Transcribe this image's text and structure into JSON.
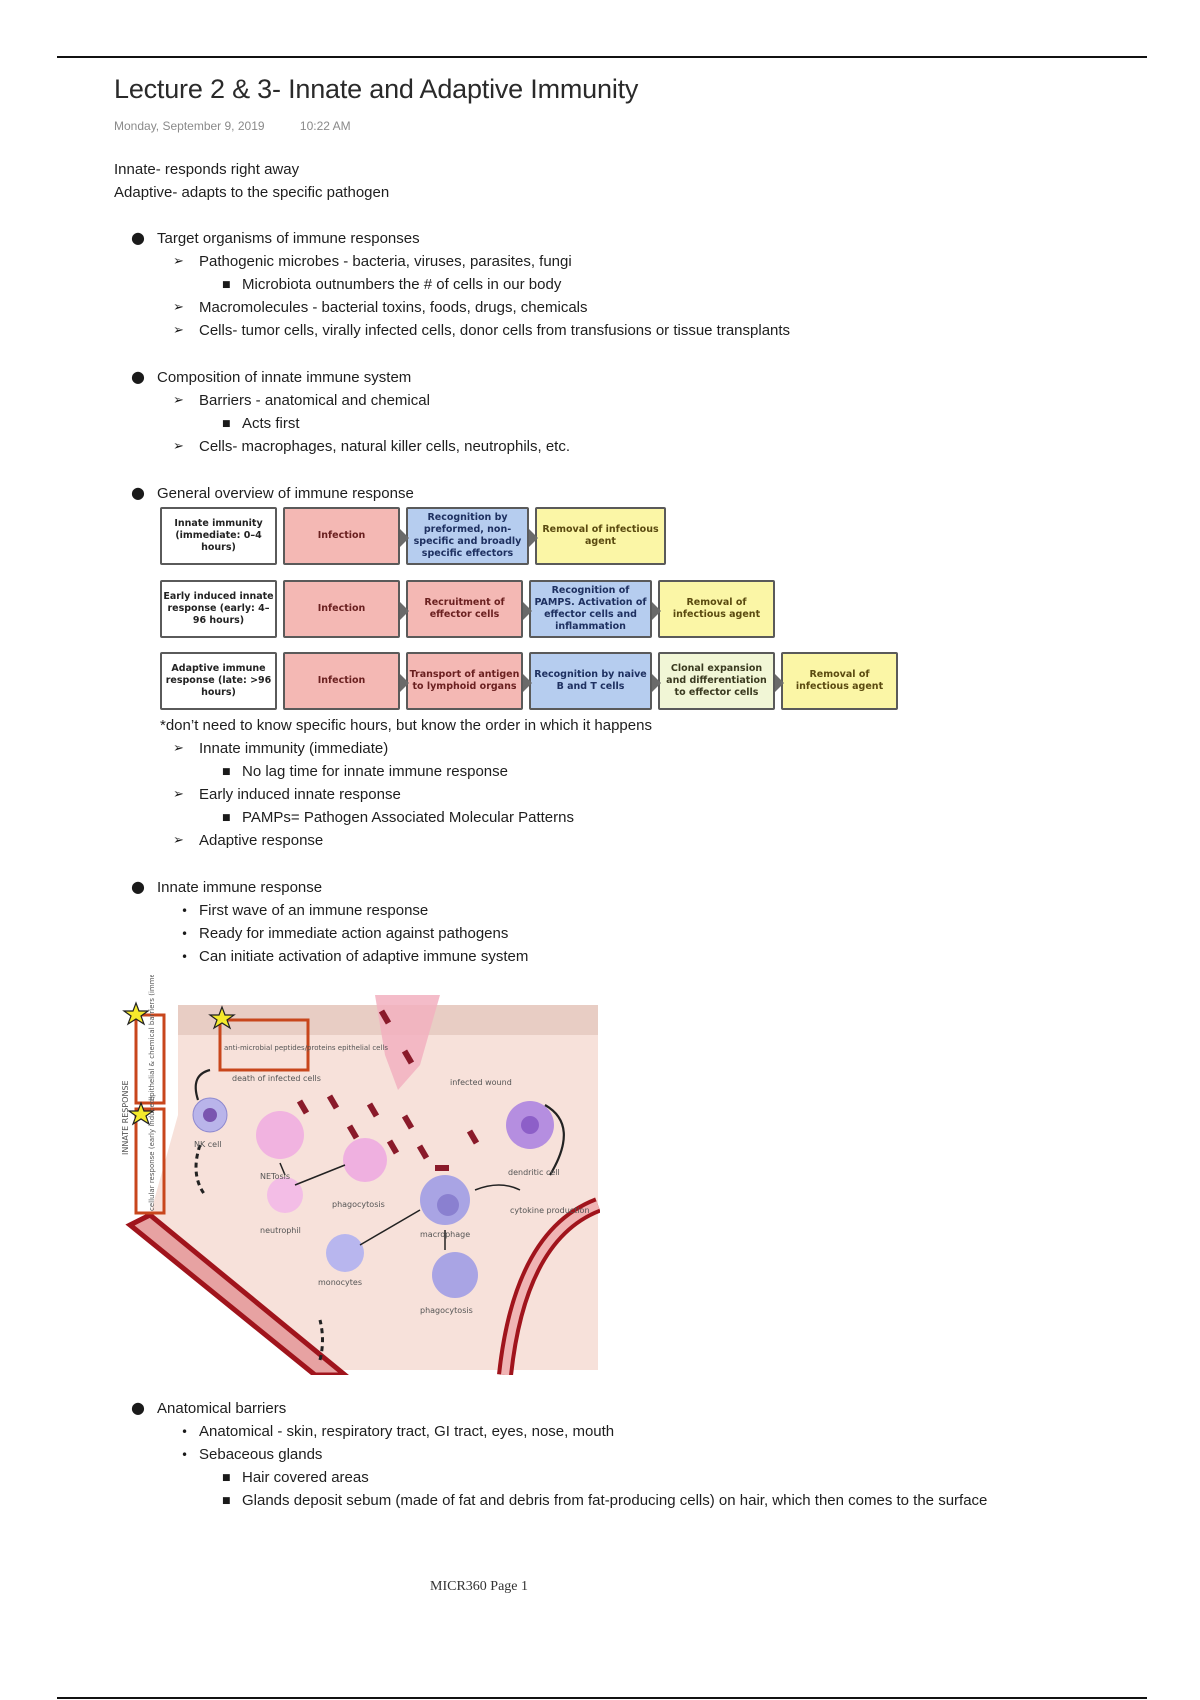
{
  "page": {
    "title": "Lecture 2 & 3- Innate and Adaptive Immunity",
    "date": "Monday, September 9, 2019",
    "time": "10:22 AM",
    "footer": "MICR360 Page 1"
  },
  "intro": [
    "Innate- responds right away",
    "Adaptive- adapts to the specific pathogen"
  ],
  "sections": {
    "targets": {
      "heading": "Target organisms of immune responses",
      "items": [
        "Pathogenic microbes - bacteria, viruses, parasites, fungi",
        "Microbiota outnumbers the # of cells in our body",
        "Macromolecules - bacterial toxins, foods, drugs, chemicals",
        "Cells- tumor cells, virally infected cells, donor cells from transfusions or tissue transplants"
      ]
    },
    "composition": {
      "heading": "Composition of innate immune system",
      "items": [
        "Barriers - anatomical and chemical",
        "Acts first",
        "Cells- macrophages, natural killer cells, neutrophils, etc."
      ]
    },
    "overview": {
      "heading": "General overview of immune response",
      "note": "*don’t need to know specific hours, but know the order in which it happens",
      "items": [
        "Innate immunity (immediate)",
        "No lag time for innate immune response",
        "Early induced innate response",
        "PAMPs= Pathogen Associated Molecular Patterns",
        "Adaptive response"
      ]
    },
    "innate_response": {
      "heading": "Innate immune response",
      "items": [
        "First wave of an immune response",
        "Ready for immediate action against pathogens",
        "Can initiate activation of adaptive immune system"
      ]
    },
    "anatomical": {
      "heading": "Anatomical barriers",
      "items": [
        "Anatomical - skin, respiratory tract, GI tract, eyes, nose, mouth",
        "Sebaceous glands",
        "Hair covered areas",
        "Glands deposit sebum (made of fat and debris from fat-producing cells) on hair, which then comes to the surface"
      ]
    }
  },
  "flowchart": {
    "rows": [
      {
        "label": "Innate immunity (immediate: 0–4 hours)",
        "steps": [
          {
            "text": "Infection",
            "color": "red"
          },
          {
            "text": "Recognition by preformed, non-specific and broadly specific effectors",
            "color": "blue"
          },
          {
            "text": "Removal of infectious agent",
            "color": "yellow"
          }
        ]
      },
      {
        "label": "Early induced innate response (early: 4–96 hours)",
        "steps": [
          {
            "text": "Infection",
            "color": "red"
          },
          {
            "text": "Recruitment of effector cells",
            "color": "red"
          },
          {
            "text": "Recognition of PAMPS. Activation of effector cells and inflammation",
            "color": "blue"
          },
          {
            "text": "Removal of infectious agent",
            "color": "yellow"
          }
        ]
      },
      {
        "label": "Adaptive immune response (late: >96 hours)",
        "steps": [
          {
            "text": "Infection",
            "color": "red"
          },
          {
            "text": "Transport of antigen to lymphoid organs",
            "color": "red"
          },
          {
            "text": "Recognition by naive B and T cells",
            "color": "blue"
          },
          {
            "text": "Clonal expansion and differentiation to effector cells",
            "color": "pale"
          },
          {
            "text": "Removal of infectious agent",
            "color": "yellow"
          }
        ]
      }
    ]
  },
  "figure": {
    "side_title": "INNATE RESPONSE",
    "side_box_1": "epithelial & chemical barriers (immediate)",
    "side_box_2": "cellular response (early induced)",
    "labels": {
      "amp": "anti-microbial peptides/proteins epithelial cells",
      "death": "death of infected cells",
      "wound": "infected wound",
      "nk": "NK cell",
      "netosis": "NETosis",
      "phago1": "phagocytosis",
      "dendritic": "dendritic cell",
      "cytokine": "cytokine production",
      "neutrophil": "neutrophil",
      "macrophage": "macrophage",
      "monocytes": "monocytes",
      "phago2": "phagocytosis"
    },
    "colors": {
      "tissue": "#f6dfd9",
      "vessel": "#b01e24",
      "highlight_box": "#c8461c",
      "star": "#f5ea2c"
    }
  }
}
